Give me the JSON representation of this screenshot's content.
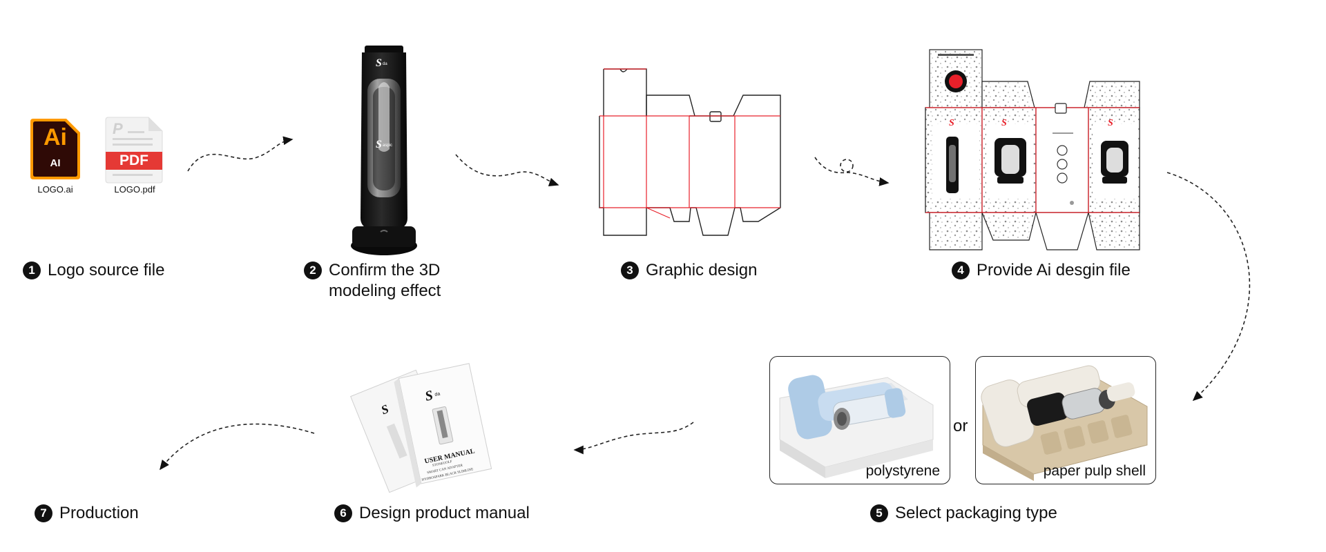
{
  "files": {
    "ai_icon_text": "Ai",
    "ai_icon_sub": "AI",
    "ai_label": "LOGO.ai",
    "pdf_icon_text": "PDF",
    "pdf_label": "LOGO.pdf"
  },
  "steps": [
    {
      "num": "1",
      "label": "Logo source file"
    },
    {
      "num": "2",
      "label": "Confirm the 3D\nmodeling effect"
    },
    {
      "num": "3",
      "label": "Graphic design"
    },
    {
      "num": "4",
      "label": "Provide Ai desgin file"
    },
    {
      "num": "5",
      "label": "Select packaging type"
    },
    {
      "num": "6",
      "label": "Design product manual"
    },
    {
      "num": "7",
      "label": "Production"
    }
  ],
  "packaging": {
    "option_a": "polystyrene",
    "separator": "or",
    "option_b": "paper pulp shell"
  },
  "manual": {
    "title": "USER MANUAL",
    "line1": "STONEGOLF",
    "line2": "SMART CAN ADAPTER",
    "line3": "HYDROSPARK BLACK SLIMLINE"
  },
  "colors": {
    "accent": "#e8202a",
    "ai_bg": "#2f0a06",
    "ai_orange": "#ff9a00",
    "pdf_red": "#e53935",
    "ink": "#111111"
  }
}
